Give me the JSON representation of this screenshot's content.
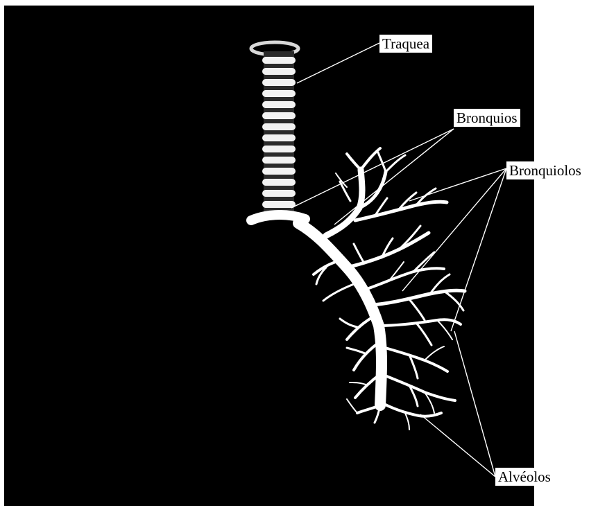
{
  "colors": {
    "background_panel": "#000000",
    "page": "#ffffff",
    "airway": "#ffffff",
    "leader_line": "#ffffff",
    "label_text": "#000000"
  },
  "labels": {
    "traquea": "Traquea",
    "bronquios": "Bronquios",
    "bronquiolos": "Bronquiolos",
    "alveolos": "Alvéolos"
  }
}
